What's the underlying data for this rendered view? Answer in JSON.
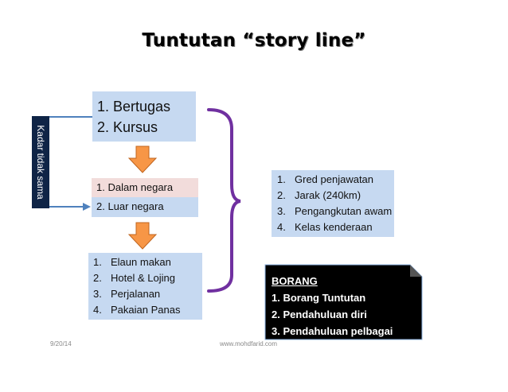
{
  "title": "Tuntutan “story line”",
  "side_label": "Kadar tidak sama",
  "box1": {
    "lines": [
      "1. Bertugas",
      "2. Kursus"
    ]
  },
  "box2": {
    "top": "1.   Dalam negara",
    "bottom": "2.  Luar negara"
  },
  "box3": {
    "items": [
      {
        "num": "1.",
        "text": "Elaun makan"
      },
      {
        "num": "2.",
        "text": "Hotel & Lojing"
      },
      {
        "num": "3.",
        "text": "Perjalanan"
      },
      {
        "num": "4.",
        "text": "Pakaian Panas"
      }
    ]
  },
  "box4": {
    "items": [
      {
        "num": "1.",
        "text": "Gred penjawatan"
      },
      {
        "num": "2.",
        "text": "Jarak (240km)"
      },
      {
        "num": "3.",
        "text": "Pengangkutan awam"
      },
      {
        "num": "4.",
        "text": "Kelas kenderaan"
      }
    ]
  },
  "borang": {
    "header": "BORANG",
    "items": [
      "1. Borang Tuntutan",
      "2. Pendahuluan diri",
      "3. Pendahuluan pelbagai"
    ]
  },
  "footer": {
    "date": "9/20/14",
    "url": "www.mohdfarid.com"
  },
  "colors": {
    "box_blue": "#c6d9f1",
    "box_pink": "#f2dcdb",
    "arrow_orange": "#f79646",
    "bracket_purple": "#7030a0",
    "connector_blue": "#4f81bd",
    "navy": "#0f2446",
    "borang_black": "#000000"
  }
}
